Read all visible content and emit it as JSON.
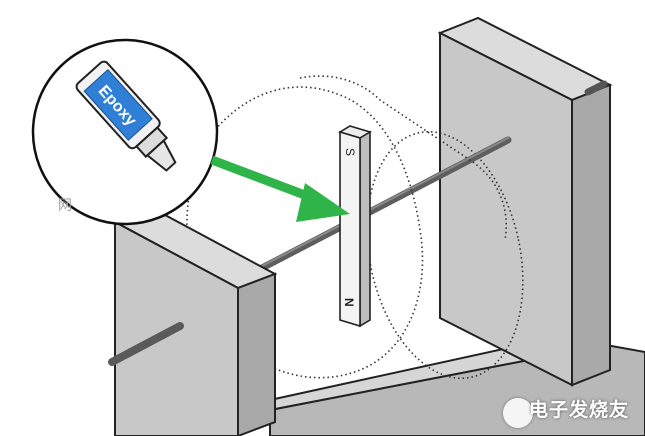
{
  "labels": {
    "tube_text": "Epoxy",
    "pole_top": "S",
    "pole_bottom": "N",
    "watermark": "电子发烧友",
    "faint_text": "网"
  },
  "colors": {
    "block_front": "#c8c8c8",
    "block_top": "#dcdcdc",
    "block_side": "#a9a9a9",
    "rod": "#6a6a6a",
    "arrow": "#2fb44a",
    "tube_label": "#2f7fd6",
    "field_lines": "#333333"
  },
  "icons": {
    "glue": "epoxy-tube-icon",
    "arrow": "green-arrow-icon",
    "watermark_logo": "watermark-logo-icon"
  }
}
